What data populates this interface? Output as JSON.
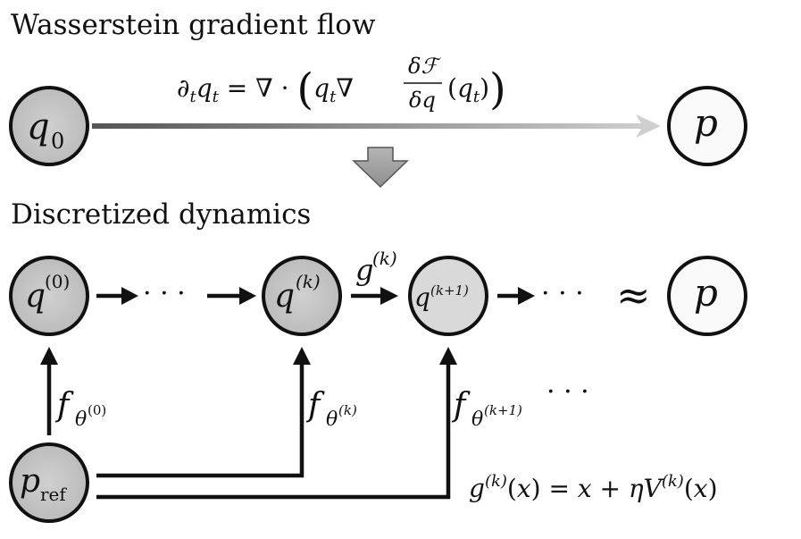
{
  "sections": {
    "top_title": "Wasserstein gradient flow",
    "bottom_title": "Discretized dynamics"
  },
  "equations": {
    "flow": "∂tqt = ∇ · (qt∇ δℱ/δq (qt))",
    "update": "g(k)(x) = x + ηV(k)(x)"
  },
  "nodes": {
    "q0": "q0",
    "p_top": "p",
    "q_init": "q(0)",
    "q_k": "q(k)",
    "q_k1": "q(k+1)",
    "p_bottom": "p",
    "p_ref": "pref"
  },
  "edge_labels": {
    "g_k": "g(k)",
    "f0": "fθ(0)",
    "fk": "fθ(k)",
    "fk1": "fθ(k+1)"
  },
  "symbols": {
    "approx": "≈",
    "ellipsis": "· · ·"
  },
  "colors": {
    "node_fill": "#c7c7c7",
    "node_light": "#d9d9d9",
    "node_white": "#fafafa",
    "stroke": "#111111",
    "block_arrow": "#a3a3a3"
  }
}
